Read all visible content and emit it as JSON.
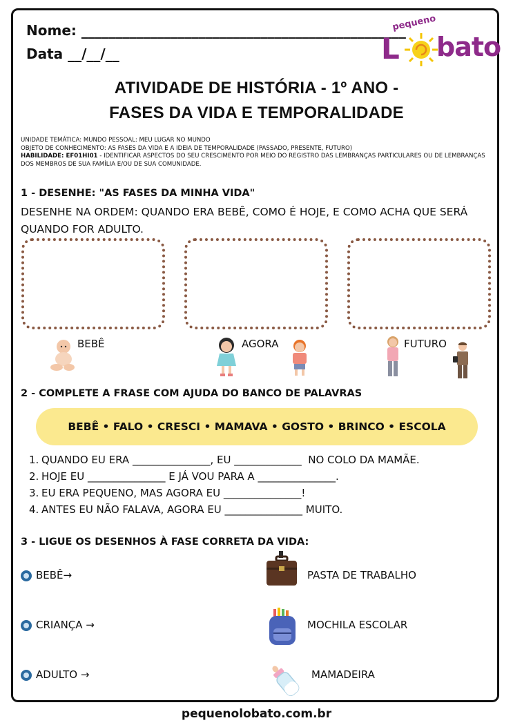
{
  "header": {
    "name_line": "Nome: _______________________________________________",
    "date_line": "Data __/__/__"
  },
  "logo": {
    "small": "pequeno",
    "big": "Lobato",
    "accent_color": "#8e2a8a"
  },
  "title": {
    "line1": "ATIVIDADE DE HISTÓRIA - 1º ANO -",
    "line2": "FASES DA VIDA E TEMPORALIDADE"
  },
  "meta": {
    "unit": "UNIDADE TEMÁTICA: MUNDO PESSOAL: MEU LUGAR NO MUNDO",
    "object": "OBJETO DE CONHECIMENTO: AS FASES DA VIDA E A IDEIA DE TEMPORALIDADE (PASSADO, PRESENTE, FUTURO)",
    "skill_label": "HABILIDADE: EF01HI01",
    "skill_text": " - IDENTIFICAR ASPECTOS DO SEU CRESCIMENTO POR MEIO DO REGISTRO DAS LEMBRANÇAS PARTICULARES OU DE LEMBRANÇAS DOS MEMBROS DE SUA FAMÍLIA E/OU DE SUA COMUNIDADE."
  },
  "section1": {
    "heading": " 1 - DESENHE: \"AS FASES DA MINHA VIDA\"",
    "instruction": "DESENHE NA ORDEM: QUANDO ERA BEBÊ, COMO É HOJE, E COMO ACHA QUE SERÁ QUANDO FOR ADULTO.",
    "labels": [
      "BEBÊ",
      "AGORA",
      "FUTURO"
    ]
  },
  "section2": {
    "heading": "2 - COMPLETE A FRASE COM AJUDA DO BANCO DE PALAVRAS",
    "word_bank": "BEBÊ • FALO • CRESCI • MAMAVA • GOSTO • BRINCO • ESCOLA",
    "sentences": [
      {
        "n": "1.",
        "text": "QUANDO EU ERA _______________, EU _____________  NO COLO DA MAMÃE."
      },
      {
        "n": "2.",
        "text": "HOJE EU _______________ E JÁ VOU PARA A _______________."
      },
      {
        "n": "3.",
        "text": "EU ERA PEQUENO, MAS AGORA EU _______________!"
      },
      {
        "n": "4.",
        "text": "ANTES EU NÃO FALAVA, AGORA EU _______________ MUITO."
      }
    ]
  },
  "section3": {
    "heading": "3 - LIGUE OS DESENHOS À FASE CORRETA DA VIDA:",
    "left": [
      "BEBÊ→",
      "CRIANÇA →",
      "ADULTO →"
    ],
    "right": [
      "PASTA DE TRABALHO",
      "MOCHILA ESCOLAR",
      "MAMADEIRA"
    ]
  },
  "footer": "pequenolobato.com.br"
}
